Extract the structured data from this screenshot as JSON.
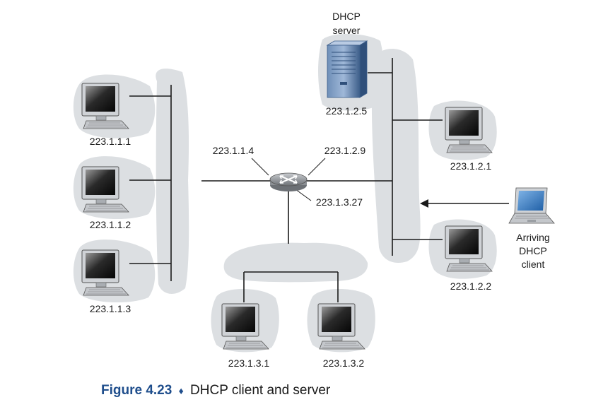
{
  "server": {
    "title_line1": "DHCP",
    "title_line2": "server",
    "ip": "223.1.2.5"
  },
  "subnet1": [
    "223.1.1.1",
    "223.1.1.2",
    "223.1.1.3"
  ],
  "subnet2": [
    "223.1.2.1",
    "223.1.2.2"
  ],
  "subnet3": [
    "223.1.3.1",
    "223.1.3.2"
  ],
  "router": {
    "if1": "223.1.1.4",
    "if2": "223.1.2.9",
    "if3": "223.1.3.27"
  },
  "client": {
    "line1": "Arriving",
    "line2": "DHCP",
    "line3": "client"
  },
  "caption": {
    "figure": "Figure 4.23",
    "separator": "♦",
    "text": "DHCP client and server"
  },
  "colors": {
    "cloud": "#dcdfe2",
    "wire": "#1a1a1a",
    "caption_accent": "#1f4e8c"
  }
}
